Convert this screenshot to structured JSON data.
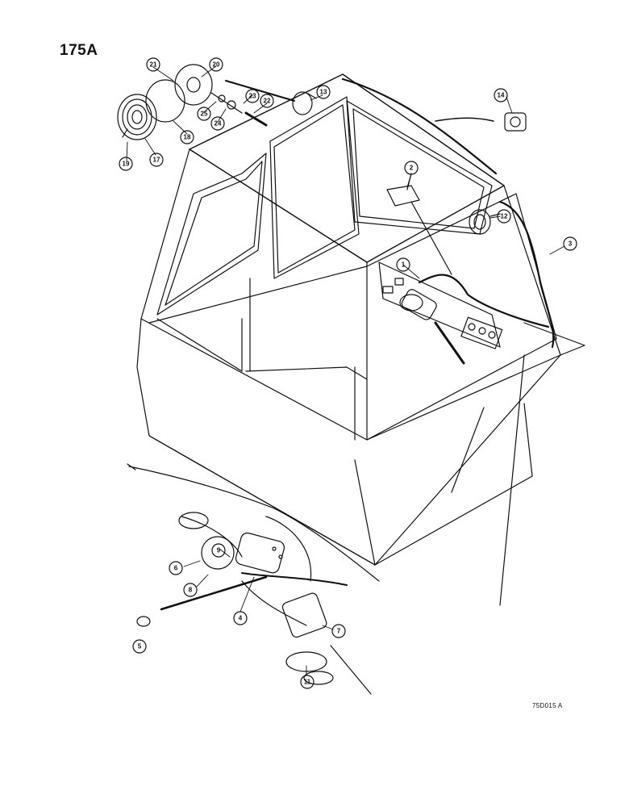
{
  "page": {
    "number": "175A",
    "reference_code": "75D015 A"
  },
  "callouts": [
    {
      "id": "c1",
      "label": "1"
    },
    {
      "id": "c2",
      "label": "2"
    },
    {
      "id": "c3",
      "label": "3"
    },
    {
      "id": "c4",
      "label": "4"
    },
    {
      "id": "c5",
      "label": "5"
    },
    {
      "id": "c6",
      "label": "6"
    },
    {
      "id": "c7",
      "label": "7"
    },
    {
      "id": "c8",
      "label": "8"
    },
    {
      "id": "c9",
      "label": "9"
    },
    {
      "id": "c11",
      "label": "11"
    },
    {
      "id": "c12",
      "label": "12"
    },
    {
      "id": "c13",
      "label": "13"
    },
    {
      "id": "c14",
      "label": "14"
    },
    {
      "id": "c17",
      "label": "17"
    },
    {
      "id": "c18",
      "label": "18"
    },
    {
      "id": "c19",
      "label": "19"
    },
    {
      "id": "c20",
      "label": "20"
    },
    {
      "id": "c21",
      "label": "21"
    },
    {
      "id": "c22",
      "label": "22"
    },
    {
      "id": "c23",
      "label": "23"
    },
    {
      "id": "c24",
      "label": "24"
    },
    {
      "id": "c25",
      "label": "25"
    }
  ]
}
